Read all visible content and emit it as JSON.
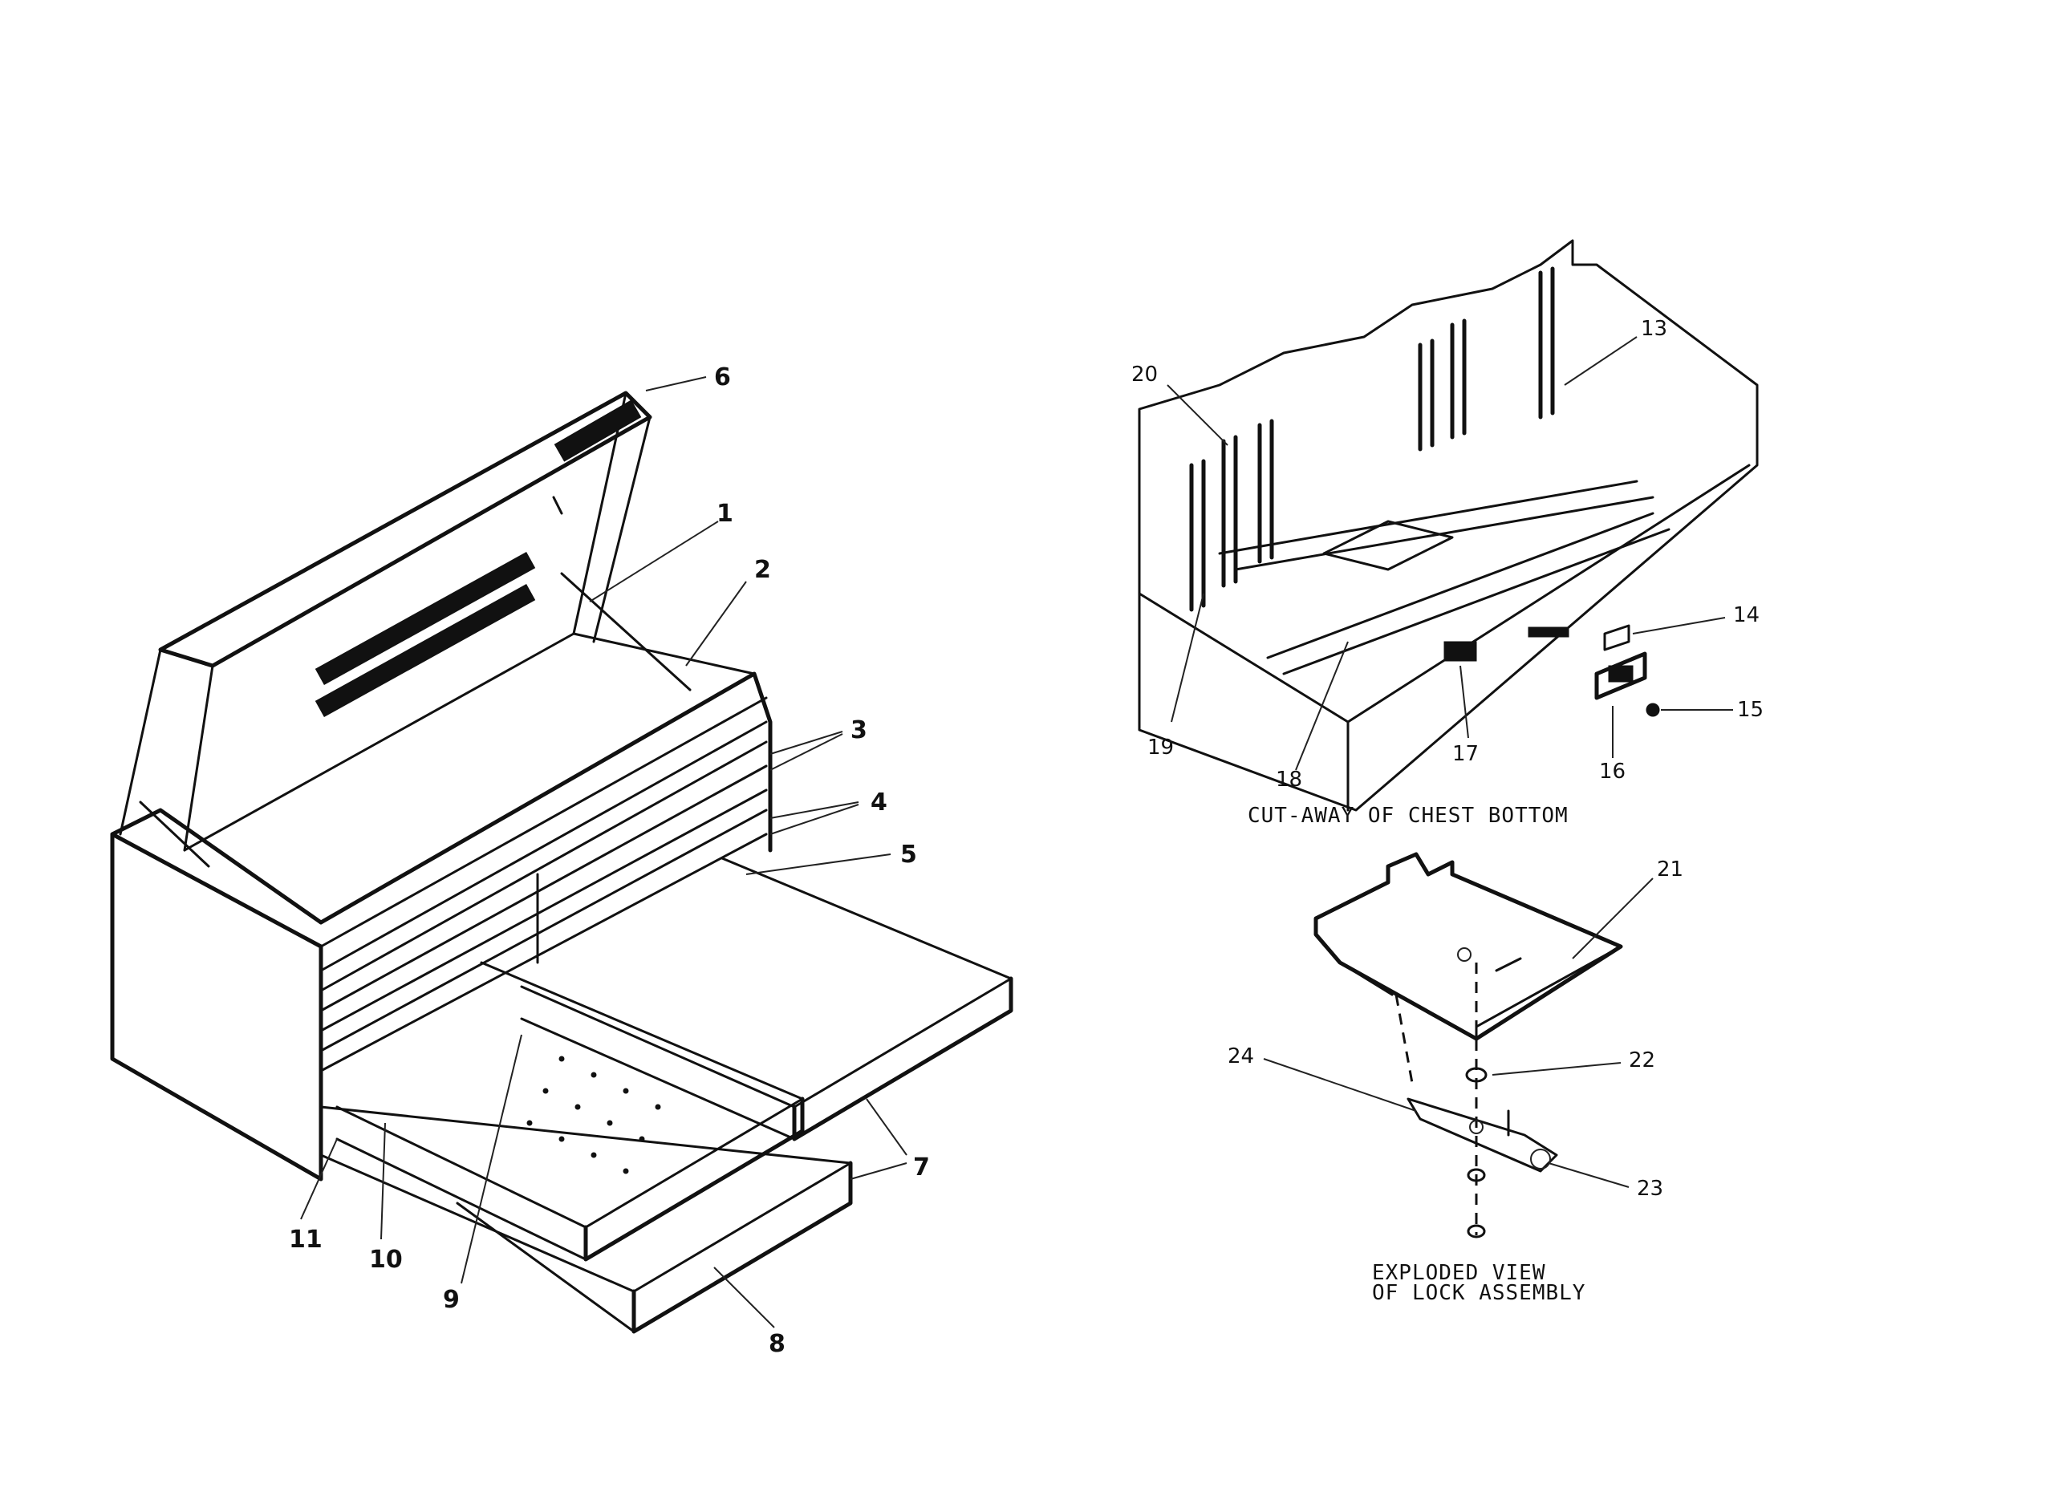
{
  "main_view": {
    "callouts": {
      "c1": "1",
      "c2": "2",
      "c3": "3",
      "c4": "4",
      "c5": "5",
      "c6": "6",
      "c7a": "7",
      "c7b": "7",
      "c8": "8",
      "c9": "9",
      "c10": "10",
      "c11": "11"
    }
  },
  "cutaway_view": {
    "callouts": {
      "c13": "13",
      "c14": "14",
      "c15": "15",
      "c16": "16",
      "c17": "17",
      "c18": "18",
      "c19": "19",
      "c20": "20"
    },
    "caption": "CUT-AWAY OF CHEST BOTTOM"
  },
  "lock_view": {
    "callouts": {
      "c21": "21",
      "c22": "22",
      "c23": "23",
      "c24": "24"
    },
    "caption_line1": "EXPLODED VIEW",
    "caption_line2": "OF LOCK ASSEMBLY"
  }
}
